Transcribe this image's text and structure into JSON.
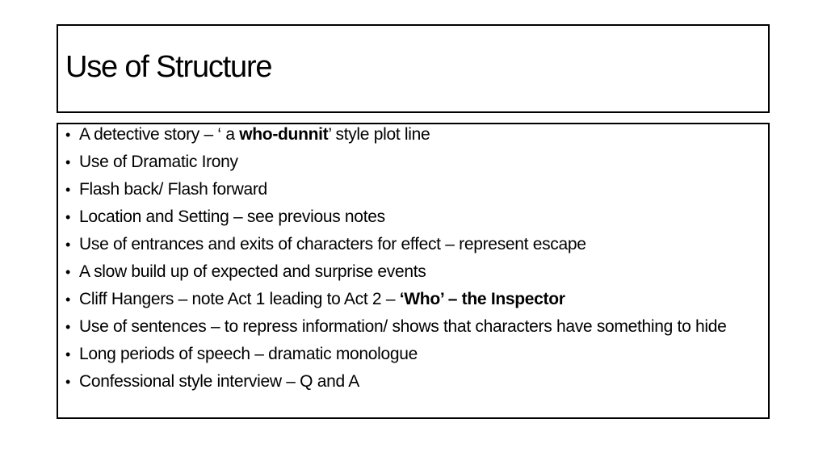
{
  "slide": {
    "title": "Use of Structure",
    "bullets": [
      {
        "pre": "A detective story – ‘ a ",
        "bold": "who-dunnit",
        "post": "’ style plot line"
      },
      {
        "pre": "Use of Dramatic Irony",
        "bold": "",
        "post": ""
      },
      {
        "pre": "Flash back/ Flash forward",
        "bold": "",
        "post": ""
      },
      {
        "pre": "Location and Setting – see previous notes",
        "bold": "",
        "post": ""
      },
      {
        "pre": "Use of entrances and exits of characters for effect – represent escape",
        "bold": "",
        "post": ""
      },
      {
        "pre": "A slow build up of expected and surprise events",
        "bold": "",
        "post": ""
      },
      {
        "pre": "Cliff Hangers – note Act 1 leading to Act 2 – ",
        "bold": "‘Who’ – the Inspector",
        "post": ""
      },
      {
        "pre": "Use of sentences – to repress information/ shows that characters have something to hide",
        "bold": "",
        "post": ""
      },
      {
        "pre": "Long periods of speech – dramatic monologue",
        "bold": "",
        "post": ""
      },
      {
        "pre": "Confessional style interview – Q and A",
        "bold": "",
        "post": ""
      }
    ],
    "bullet_glyph": "•"
  }
}
